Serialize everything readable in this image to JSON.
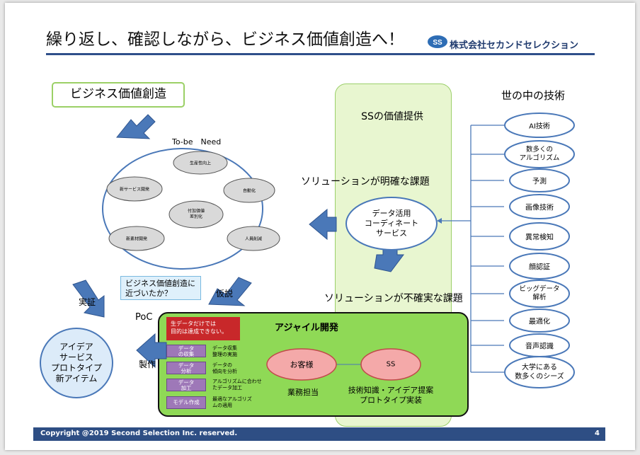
{
  "header": {
    "title": "繰り返し、確認しながら、ビジネス価値創造へ！",
    "company": "株式会社セカンドセレクション",
    "logo_mark": "SS"
  },
  "footer": {
    "copyright": "Copyright @2019 Second Selection Inc. reserved.",
    "page": "4"
  },
  "left": {
    "goal": "ビジネス価値創造",
    "tobe_need": "To-be　Need",
    "needs": [
      "生産性向上",
      "新サービス開発",
      "自動化",
      "付加価値\n差別化",
      "新素材開発",
      "人員削減"
    ],
    "callout": "ビジネス価値創造に\n近づいたか？",
    "poc": "PoC",
    "hypothesis": "仮説",
    "verification": "実証",
    "production": "製作",
    "idea_circle": "アイデア\nサービス\nプロトタイプ\n新アイテム"
  },
  "center": {
    "ss_value": "SSの価値提供",
    "clear_issue": "ソリューションが明確な課題",
    "coordinate": "データ活用\nコーディネート\nサービス",
    "unclear_issue": "ソリューションが不確実な課題"
  },
  "agile": {
    "title": "アジャイル開発",
    "warning": "生データだけでは\n目的は達成できない。",
    "processes": [
      {
        "label": "データ\nの収集",
        "desc": "データ収集\n整理の実施"
      },
      {
        "label": "データ\n分析",
        "desc": "データの\n傾向を分析"
      },
      {
        "label": "データ\n加工",
        "desc": "アルゴリズムに合わせ\nたデータ加工"
      },
      {
        "label": "モデル作成",
        "desc": "最適なアルゴリズ\nムの適用"
      }
    ],
    "customer": "お客様",
    "customer_role": "業務担当",
    "ss": "SS",
    "ss_role": "技術知識・アイデア提案\nプロトタイプ実装"
  },
  "right": {
    "heading": "世の中の技術",
    "techs": [
      "AI技術",
      "数多くの\nアルゴリズム",
      "予測",
      "画像技術",
      "異常検知",
      "顔認証",
      "ビッグデータ\n解析",
      "最適化",
      "音声認識",
      "大学にある\n数多くのシーズ"
    ]
  },
  "colors": {
    "arrow_blue": "#4a78b8",
    "green_fill": "#8fd956",
    "footer_navy": "#2e4e84",
    "process_purple": "#9e78b8",
    "customer_pink": "#f4a9a9"
  }
}
